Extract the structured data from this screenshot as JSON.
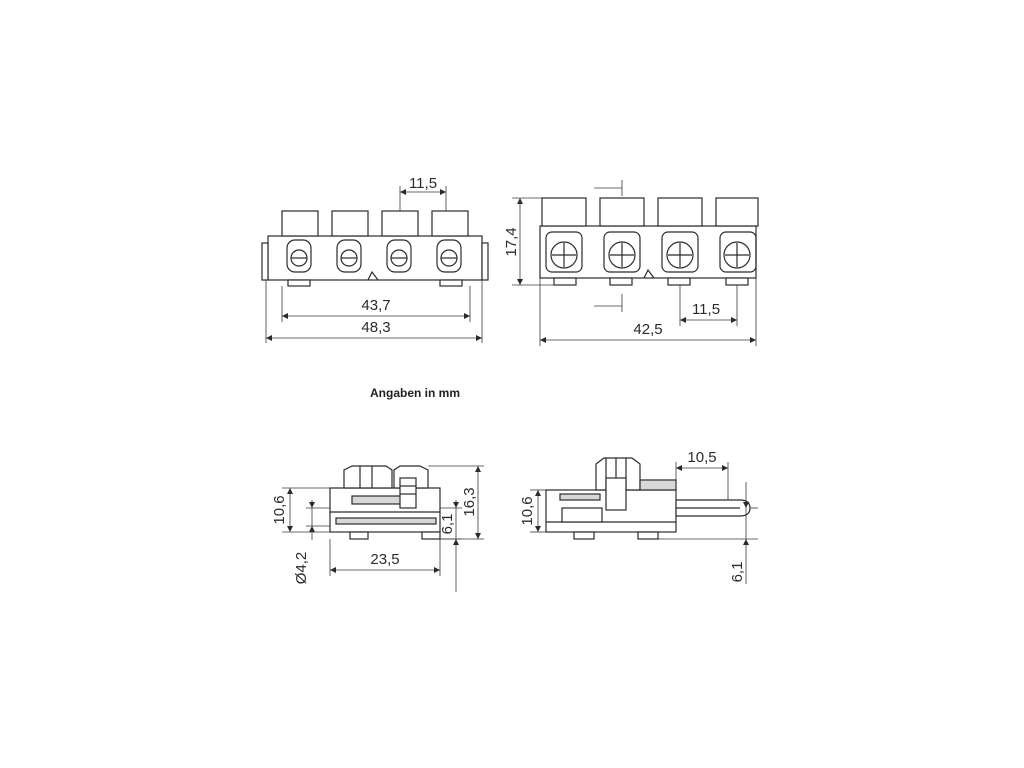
{
  "note": "Angaben in mm",
  "views": {
    "front_left": {
      "pitch": "11,5",
      "inner_width": "43,7",
      "outer_width": "48,3"
    },
    "front_right": {
      "height": "17,4",
      "pitch": "11,5",
      "width": "42,5"
    },
    "side_left": {
      "body_height": "10,6",
      "pin_height": "6,1",
      "total_height": "16,3",
      "hole_diameter": "Ø4,2",
      "depth": "23,5"
    },
    "side_right": {
      "body_height": "10,6",
      "pin_length": "10,5",
      "pin_offset": "6,1"
    }
  },
  "colors": {
    "line": "#2b2b2b",
    "background": "#ffffff"
  }
}
